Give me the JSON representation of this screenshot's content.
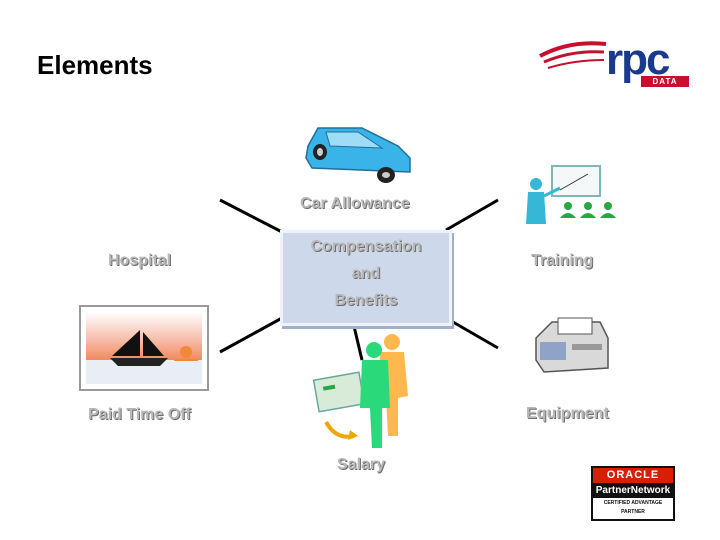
{
  "slide": {
    "title": "Elements",
    "center_lines": [
      "Compensation",
      "and",
      "Benefits"
    ],
    "labels": {
      "car": "Car Allowance",
      "hospital": "Hospital",
      "training": "Training",
      "paid_time_off": "Paid Time Off",
      "equipment": "Equipment",
      "salary": "Salary"
    }
  },
  "logos": {
    "rpc_text": "rpc",
    "rpc_sub": "DATA",
    "oracle_line1": "ORACLE",
    "oracle_line2": "PartnerNetwork",
    "oracle_line3": "CERTIFIED ADVANTAGE",
    "oracle_line4": "PARTNER"
  },
  "colors": {
    "center_box": "#cdd9ea",
    "label_text": "#b8b8b8",
    "car": "#3ab4e8",
    "rpc_blue": "#1a3a8c",
    "rpc_red": "#c8102e",
    "oracle_red": "#d81e05"
  }
}
